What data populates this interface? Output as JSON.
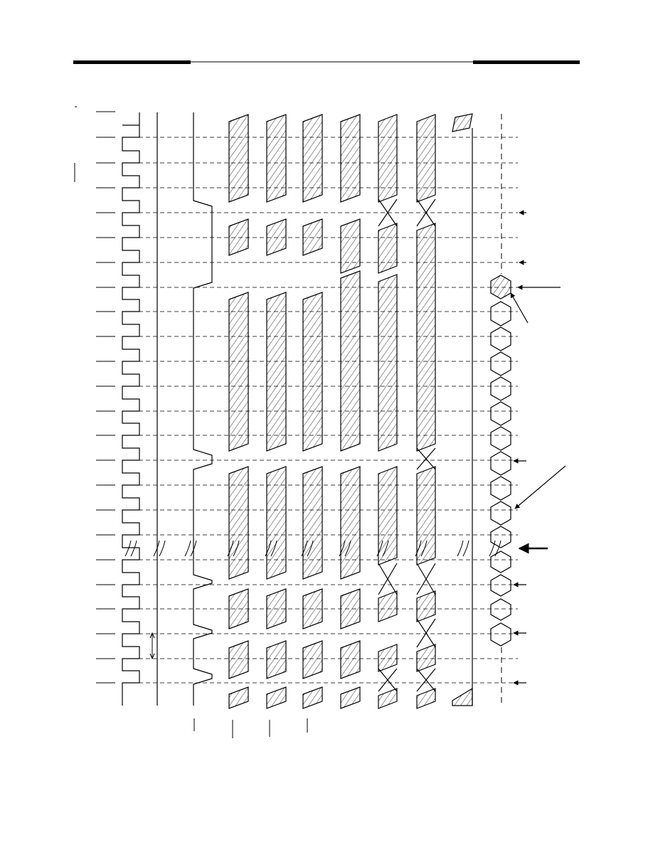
{
  "page": {
    "background": "#ffffff",
    "ink": "#000000"
  },
  "header": {
    "rule_style": "thick-thin-thick"
  },
  "diagram": {
    "kind": "rotated-timing-diagram",
    "stroke_color": "#000000",
    "hatch": "diagonal",
    "dashed_time_markers": true,
    "break_symbol": "double-tilde",
    "text_labels": []
  }
}
